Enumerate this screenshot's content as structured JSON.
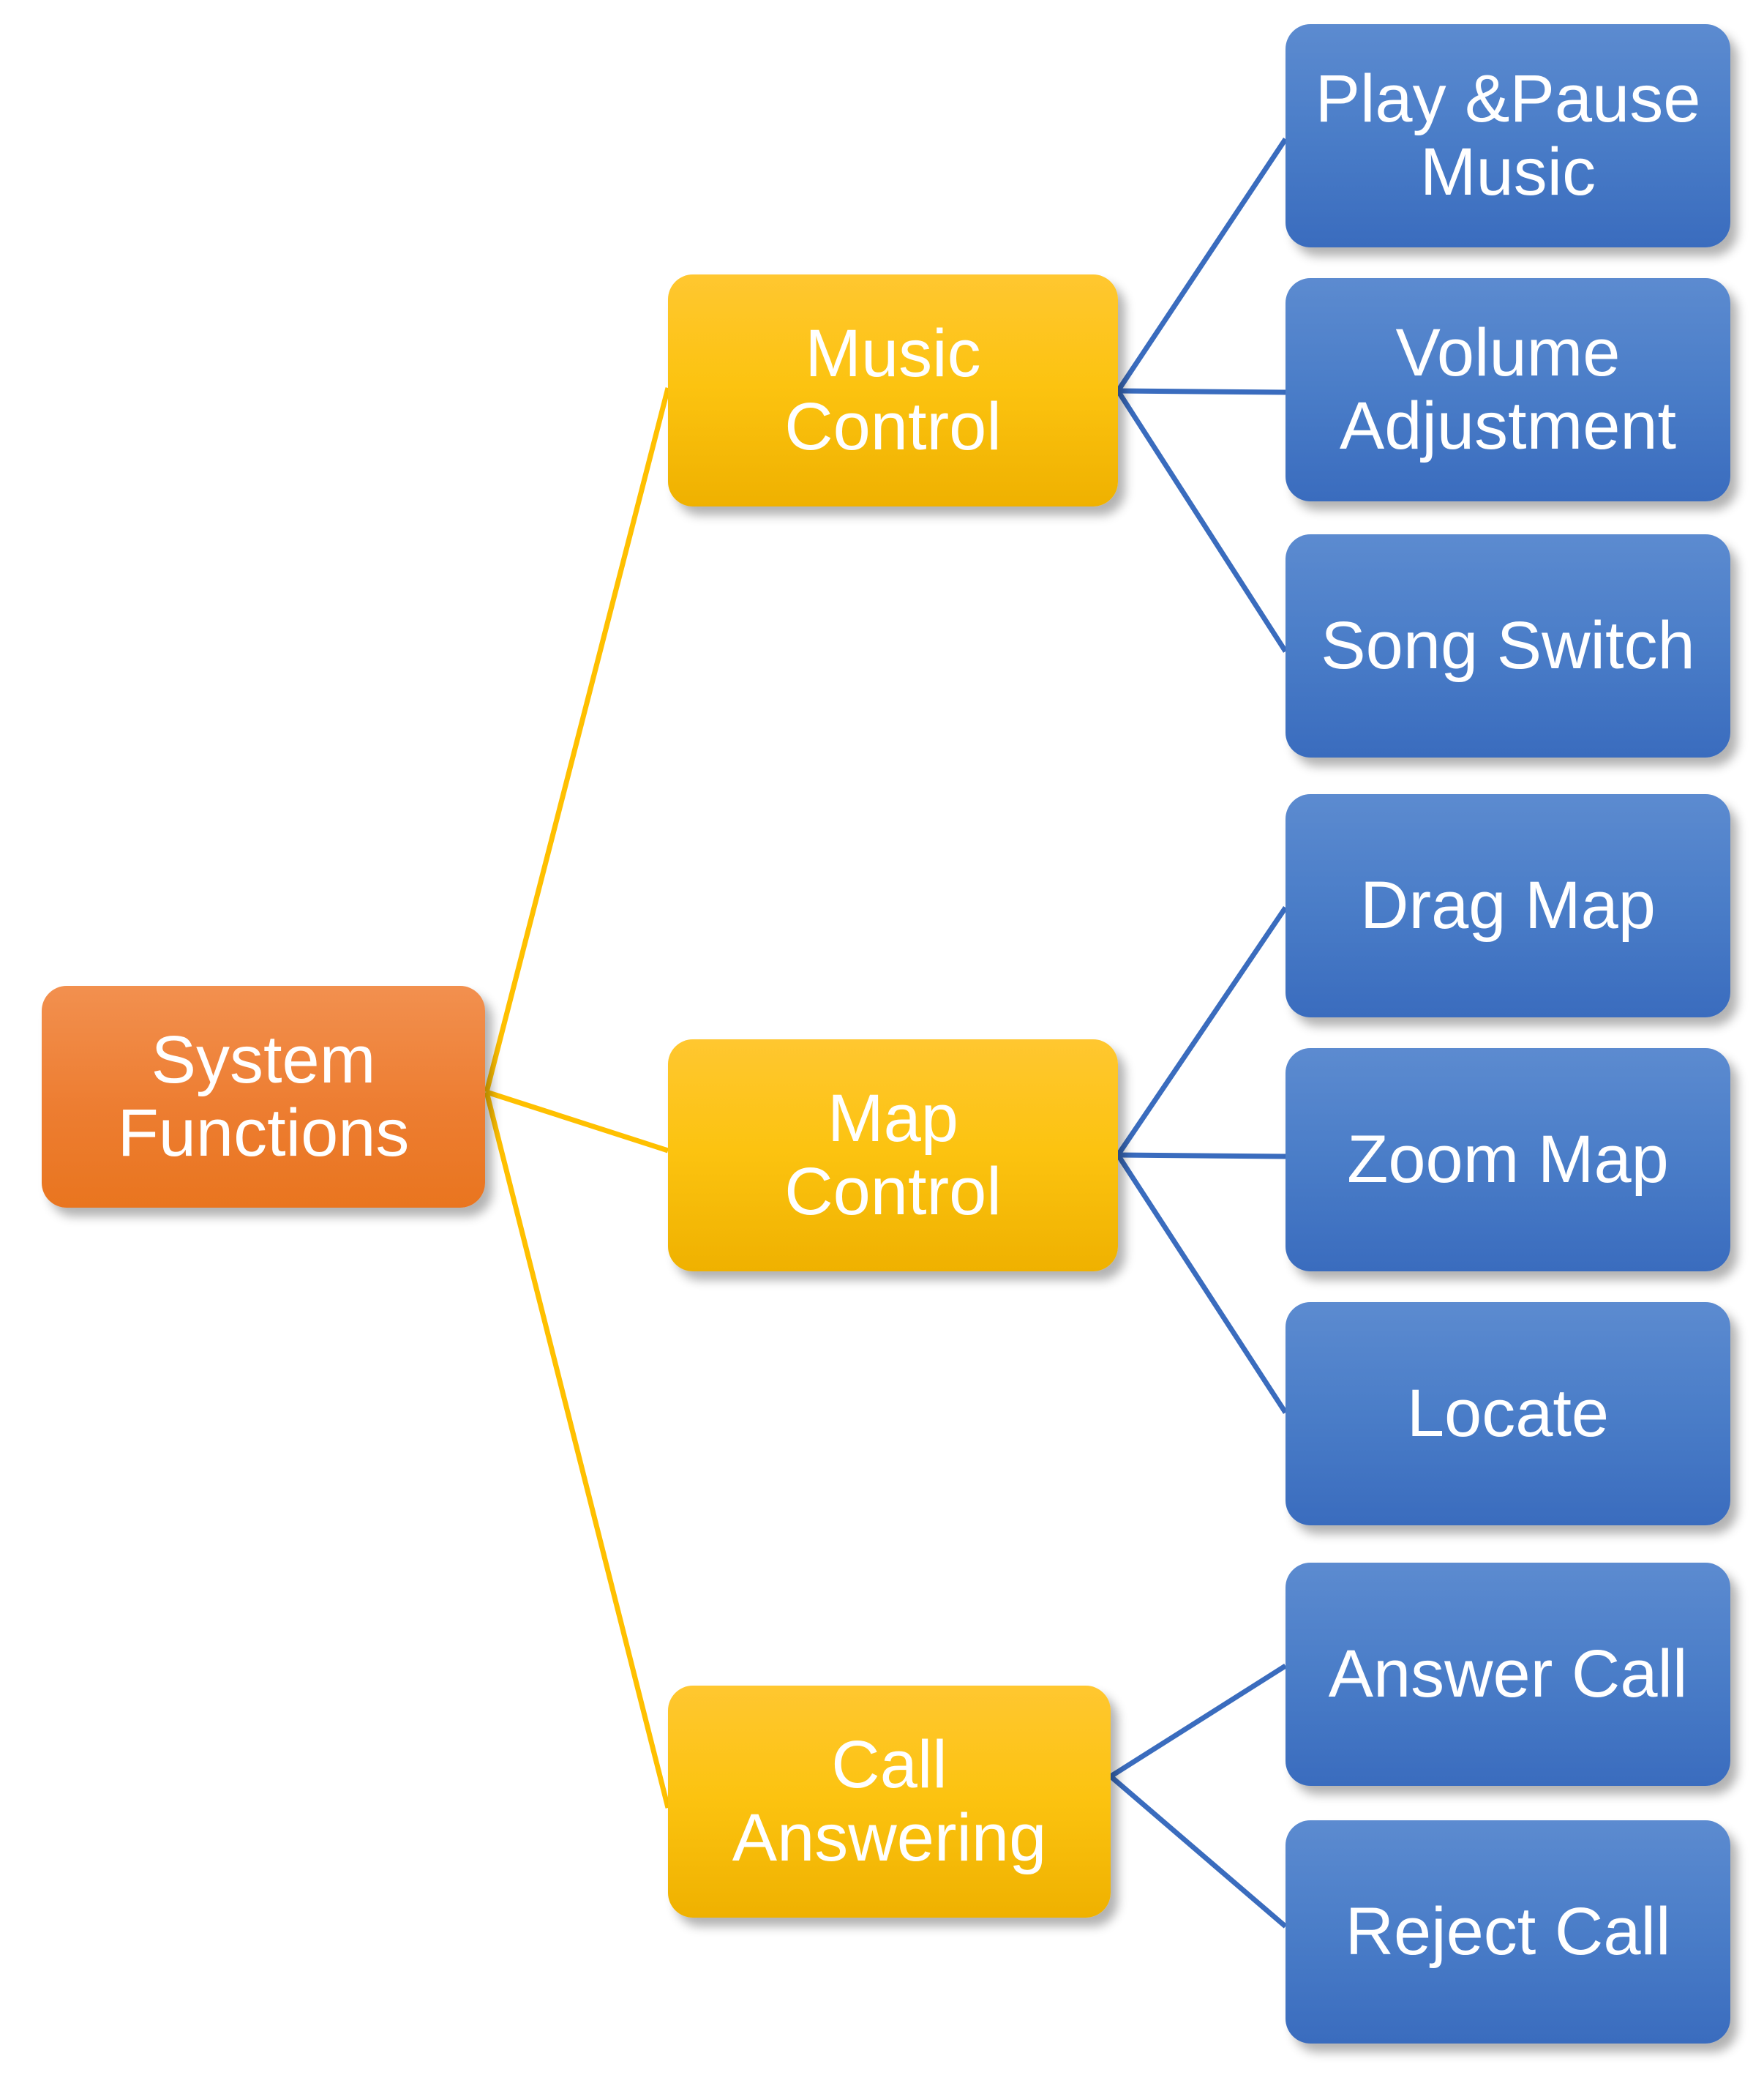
{
  "diagram": {
    "title": "System Functions mind map",
    "background_color": "#FFFFFF",
    "colors": {
      "root_fill": "#ED7D31",
      "branch_fill": "#FCC310",
      "leaf_fill": "#4A7DC8",
      "root_edge_line": "#FFC000",
      "branch_edge_line": "#3A6CBE",
      "node_text": "#FFFFFF"
    },
    "root": {
      "label": "System\nFunctions"
    },
    "branches": [
      {
        "label": "Music\nControl",
        "children": [
          {
            "label": "Play &Pause\nMusic"
          },
          {
            "label": "Volume\nAdjustment"
          },
          {
            "label": "Song Switch"
          }
        ]
      },
      {
        "label": "Map\nControl",
        "children": [
          {
            "label": "Drag Map"
          },
          {
            "label": "Zoom Map"
          },
          {
            "label": "Locate"
          }
        ]
      },
      {
        "label": "Call\nAnswering",
        "children": [
          {
            "label": "Answer Call"
          },
          {
            "label": "Reject Call"
          }
        ]
      }
    ]
  }
}
